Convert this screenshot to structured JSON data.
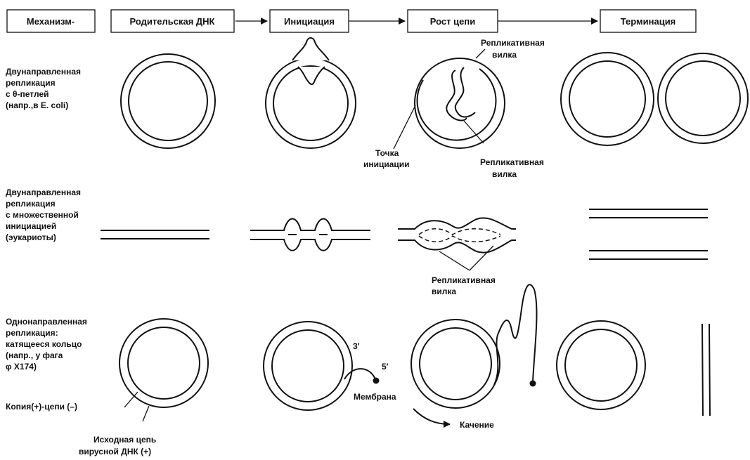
{
  "header": {
    "mechanism": "Механизм-",
    "parent": "Родительская ДНК",
    "initiation": "Инициация",
    "growth": "Рост цепи",
    "termination": "Терминация"
  },
  "row1": {
    "title_lines": [
      "Двунаправленная",
      "репликация",
      "с θ-петлей",
      "(напр.,в E. coli)"
    ],
    "fork_top_lines": [
      "Репликативная",
      "вилка"
    ],
    "origin_lines": [
      "Точка",
      "инициации"
    ],
    "fork_bottom_lines": [
      "Репликативная",
      "вилка"
    ]
  },
  "row2": {
    "title_lines": [
      "Двунаправленная",
      "репликация",
      "с  множественной",
      "инициацией",
      "(эукариоты)"
    ],
    "fork_lines": [
      "Репликативная",
      "вилка"
    ]
  },
  "row3": {
    "title_lines": [
      "Однонаправленная",
      "репликация:",
      "катящееся кольцо",
      "(напр., у фага",
      "φ X174)"
    ],
    "prime3": "3′",
    "prime5": "5′",
    "membrane": "Мембрана",
    "rolling": "Качение",
    "copy_label": "Копия(+)-цепи  (–)",
    "original_lines": [
      "Исходная цепь",
      "вирусной ДНК  (+)"
    ]
  }
}
